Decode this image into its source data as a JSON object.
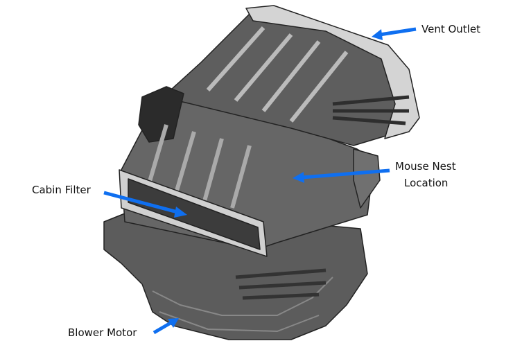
{
  "title": "HVAC housing diagram",
  "colors": {
    "arrow": "#0f6ff0",
    "housing": "#5c5c5c",
    "housing_light": "#7a7a7a",
    "flange": "#d4d4d4",
    "filter": "#3c3c3c",
    "outline": "#222222"
  },
  "labels": {
    "vent_outlet": "Vent Outlet",
    "mouse_nest_line1": "Mouse Nest",
    "mouse_nest_line2": "Location",
    "cabin_filter": "Cabin Filter",
    "blower_motor": "Blower Motor"
  }
}
